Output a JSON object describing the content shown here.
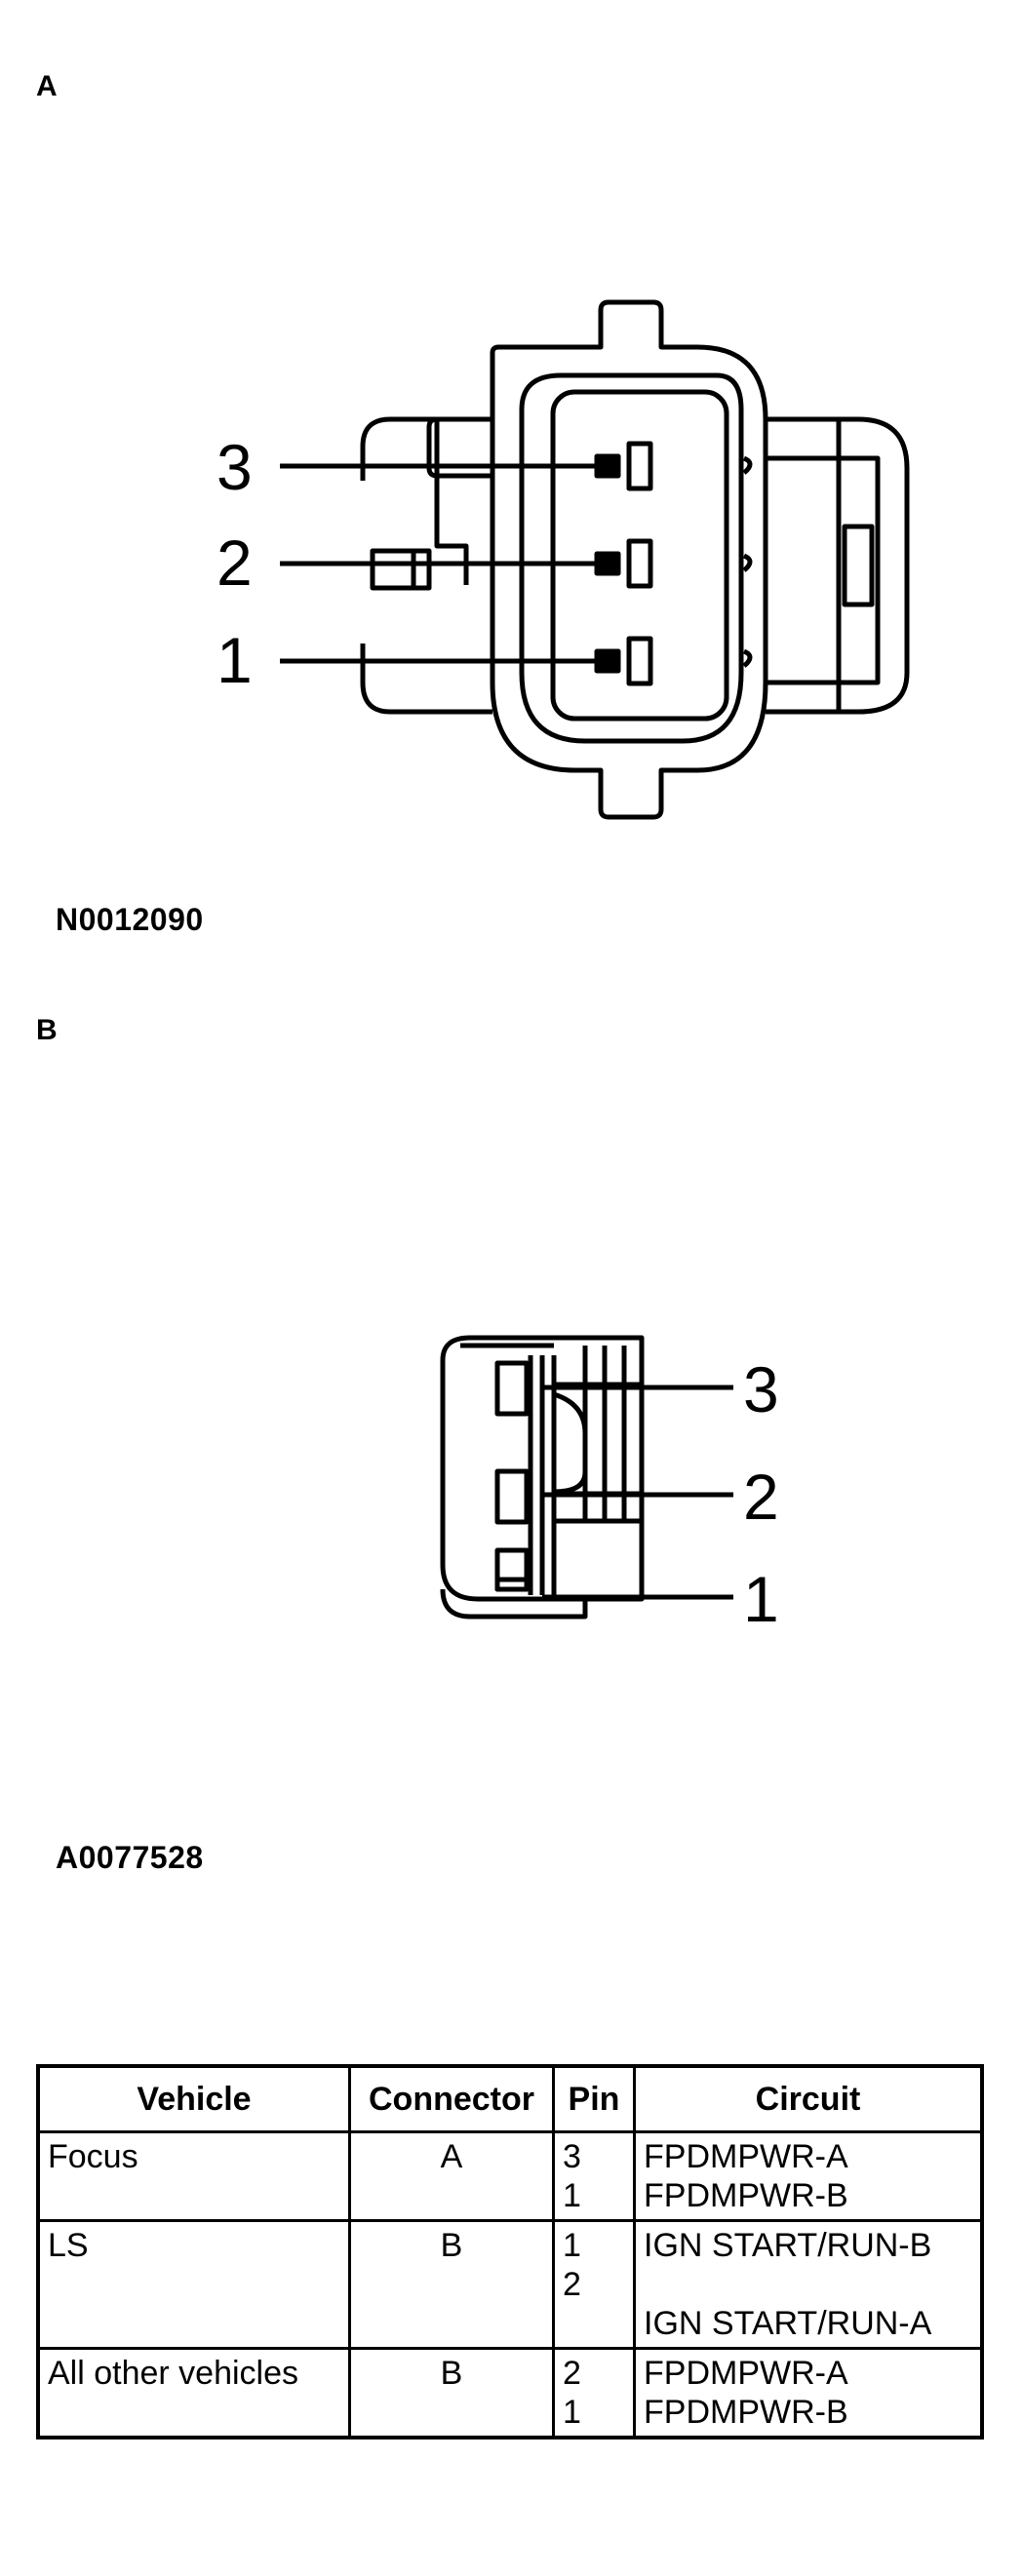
{
  "figure_a": {
    "label": "A",
    "code": "N0012090",
    "pins": [
      "3",
      "2",
      "1"
    ]
  },
  "figure_b": {
    "label": "B",
    "code": "A0077528",
    "pins": [
      "3",
      "2",
      "1"
    ]
  },
  "table": {
    "headers": [
      "Vehicle",
      "Connector",
      "Pin",
      "Circuit"
    ],
    "rows": [
      {
        "vehicle": "Focus",
        "connector": "A",
        "pins": [
          "3",
          "1"
        ],
        "circuits": [
          "FPDMPWR-A",
          "FPDMPWR-B"
        ]
      },
      {
        "vehicle": "LS",
        "connector": "B",
        "pins": [
          "1",
          "2"
        ],
        "circuits": [
          "IGN START/RUN-B",
          "IGN START/RUN-A"
        ]
      },
      {
        "vehicle": "All other vehicles",
        "connector": "B",
        "pins": [
          "2",
          "1"
        ],
        "circuits": [
          "FPDMPWR-A",
          "FPDMPWR-B"
        ]
      }
    ]
  }
}
